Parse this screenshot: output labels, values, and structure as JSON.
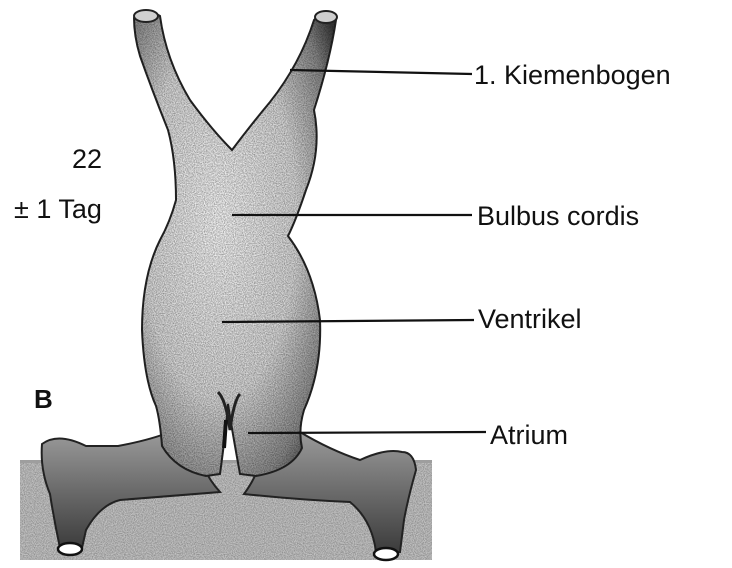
{
  "figure": {
    "panel_letter": "B",
    "age_line1": "22",
    "age_line2": "± 1 Tag",
    "labels": {
      "kiemenbogen": "1. Kiemenbogen",
      "bulbus": "Bulbus cordis",
      "ventrikel": "Ventrikel",
      "atrium": "Atrium"
    }
  },
  "colors": {
    "ink": "#111111",
    "tissue_light": "#ececec",
    "tissue_dark": "#333333",
    "shadow_box": "#bdbdbd"
  }
}
